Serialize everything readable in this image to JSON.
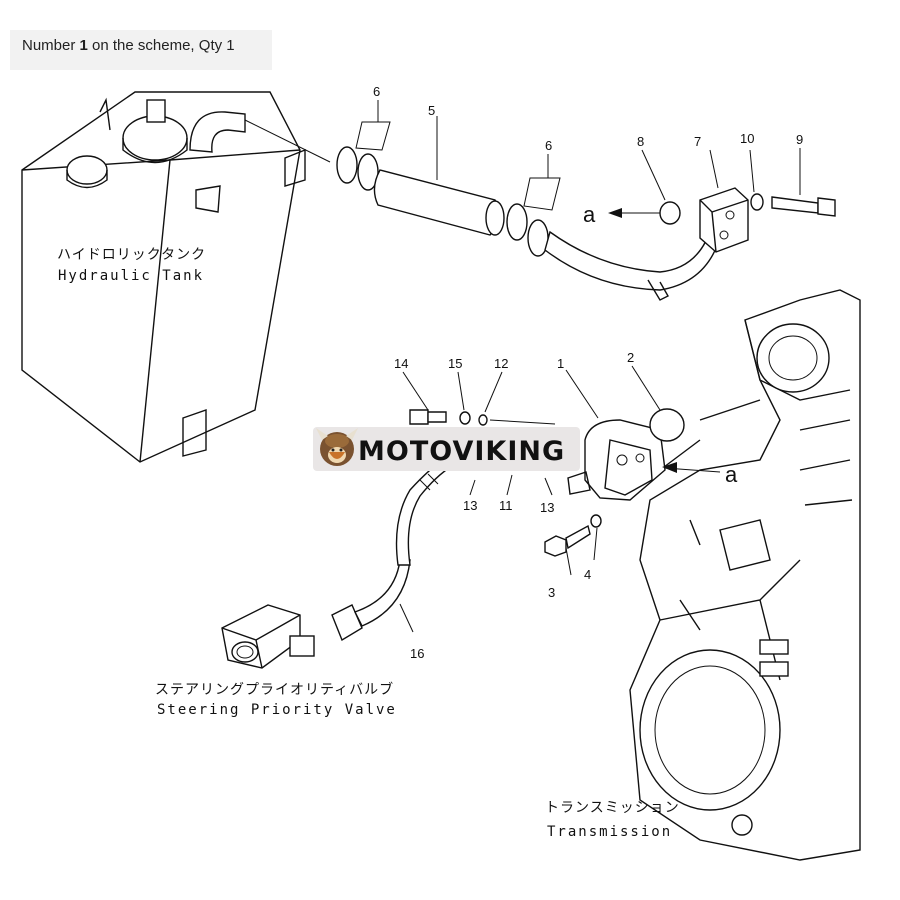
{
  "caption": {
    "prefix": "Number ",
    "number": "1",
    "suffix": " on the scheme, Qty 1"
  },
  "labels": {
    "hydraulic_tank_jp": "ハイドロリックタンク",
    "hydraulic_tank_en": "Hydraulic Tank",
    "steering_valve_jp": "ステアリングプライオリティバルブ",
    "steering_valve_en": "Steering Priority Valve",
    "transmission_jp": "トランスミッション",
    "transmission_en": "Transmission"
  },
  "callouts": {
    "c1": "1",
    "c2": "2",
    "c3": "3",
    "c4": "4",
    "c5": "5",
    "c6a": "6",
    "c6b": "6",
    "c7": "7",
    "c8": "8",
    "c9": "9",
    "c10": "10",
    "c11": "11",
    "c12": "12",
    "c13a": "13",
    "c13b": "13",
    "c14": "14",
    "c15": "15",
    "c16": "16"
  },
  "refs": {
    "a_top": "a",
    "a_mid": "a"
  },
  "watermark": {
    "text": "MOTOVIKING",
    "bg_color": "#e9e6e6"
  },
  "colors": {
    "line": "#111111",
    "background": "#ffffff"
  }
}
